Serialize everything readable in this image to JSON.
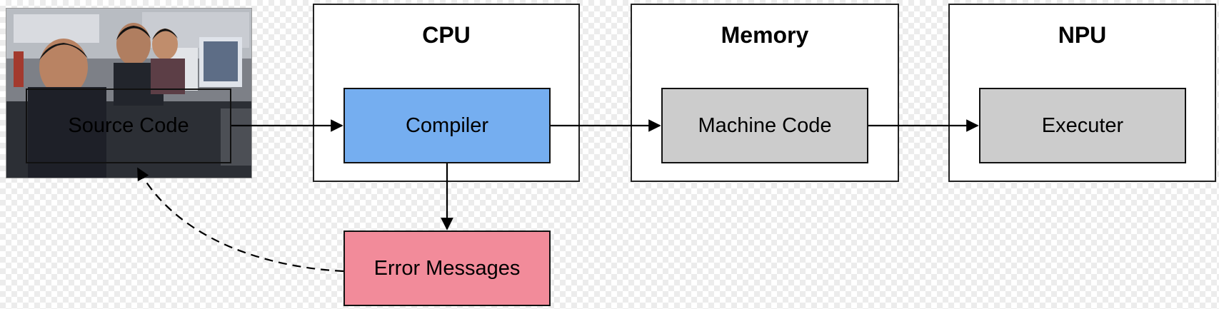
{
  "diagram": {
    "containers": {
      "cpu": {
        "title": "CPU"
      },
      "memory": {
        "title": "Memory"
      },
      "npu": {
        "title": "NPU"
      }
    },
    "nodes": {
      "source_code": {
        "label": "Source Code",
        "color": "#ffffff"
      },
      "compiler": {
        "label": "Compiler",
        "color": "#75aef0"
      },
      "machine_code": {
        "label": "Machine Code",
        "color": "#cccccc"
      },
      "executer": {
        "label": "Executer",
        "color": "#cccccc"
      },
      "error_messages": {
        "label": "Error Messages",
        "color": "#f28b9a"
      }
    },
    "edges": [
      {
        "from": "Source Code",
        "to": "Compiler",
        "style": "solid"
      },
      {
        "from": "Compiler",
        "to": "Machine Code",
        "style": "solid"
      },
      {
        "from": "Machine Code",
        "to": "Executer",
        "style": "solid"
      },
      {
        "from": "Compiler",
        "to": "Error Messages",
        "style": "solid"
      },
      {
        "from": "Error Messages",
        "to": "Source Code",
        "style": "dashed"
      }
    ],
    "background_photo": {
      "description_icon": "photo-people-at-computers"
    }
  }
}
